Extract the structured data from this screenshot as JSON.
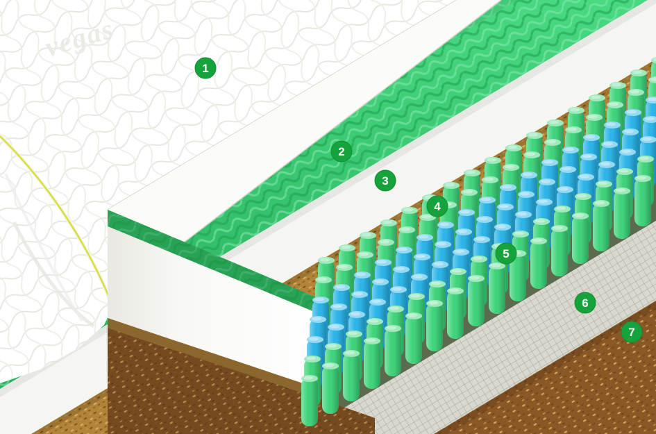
{
  "brand": "vegas",
  "badges": [
    {
      "number": "1"
    },
    {
      "number": "2"
    },
    {
      "number": "3"
    },
    {
      "number": "4"
    },
    {
      "number": "5"
    },
    {
      "number": "6"
    },
    {
      "number": "7"
    }
  ],
  "colors": {
    "badge_green": "#17a33c",
    "badge_ring": "#0f8f30",
    "foam_green": "#2fbf63",
    "spring_green": "#3ed47a",
    "spring_blue": "#2ab4e8",
    "coir_brown": "#b2843a",
    "base_brown": "#8a5727",
    "mesh_gray": "#d8d8cf",
    "spring_shadow": "#5c6b4e",
    "cover_white": "#ffffff",
    "zipper_yellow": "#d8df3a"
  }
}
